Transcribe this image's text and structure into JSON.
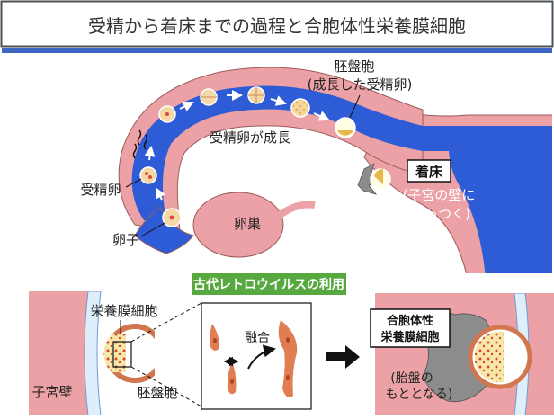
{
  "title": "受精から着床までの過程と合胞体性栄養膜細胞",
  "colors": {
    "title_border": "#4d5055",
    "header_bar": "#3d66c4",
    "uterus_pink": "#eba1a6",
    "duct_blue": "#2e5bd6",
    "outline": "#9d5a5a",
    "egg": "#f5d8a8",
    "label_box_green": "#57a83f",
    "syncytio_gray": "#8c8c8c",
    "cell_orange": "#e07d52"
  },
  "top": {
    "labels": {
      "blastocyst_line1": "胚盤胞",
      "blastocyst_line2": "(成長した受精卵)",
      "fertilized_grows": "受精卵が成長",
      "fertilized_egg": "受精卵",
      "egg": "卵子",
      "ovary": "卵巣",
      "implantation": "着床",
      "implantation_note_line1": "(子宮の壁に",
      "implantation_note_line2": "くっつく)"
    }
  },
  "bottom": {
    "banner": "古代レトロウイルスの利用",
    "uterine_wall": "子宮壁",
    "trophoblast": "栄養膜細胞",
    "blastocyst": "胚盤胞",
    "fusion": "融合",
    "syncytio_line1": "合胞体性",
    "syncytio_line2": "栄養膜細胞",
    "placenta_line1": "(胎盤の",
    "placenta_line2": "もととなる)"
  }
}
